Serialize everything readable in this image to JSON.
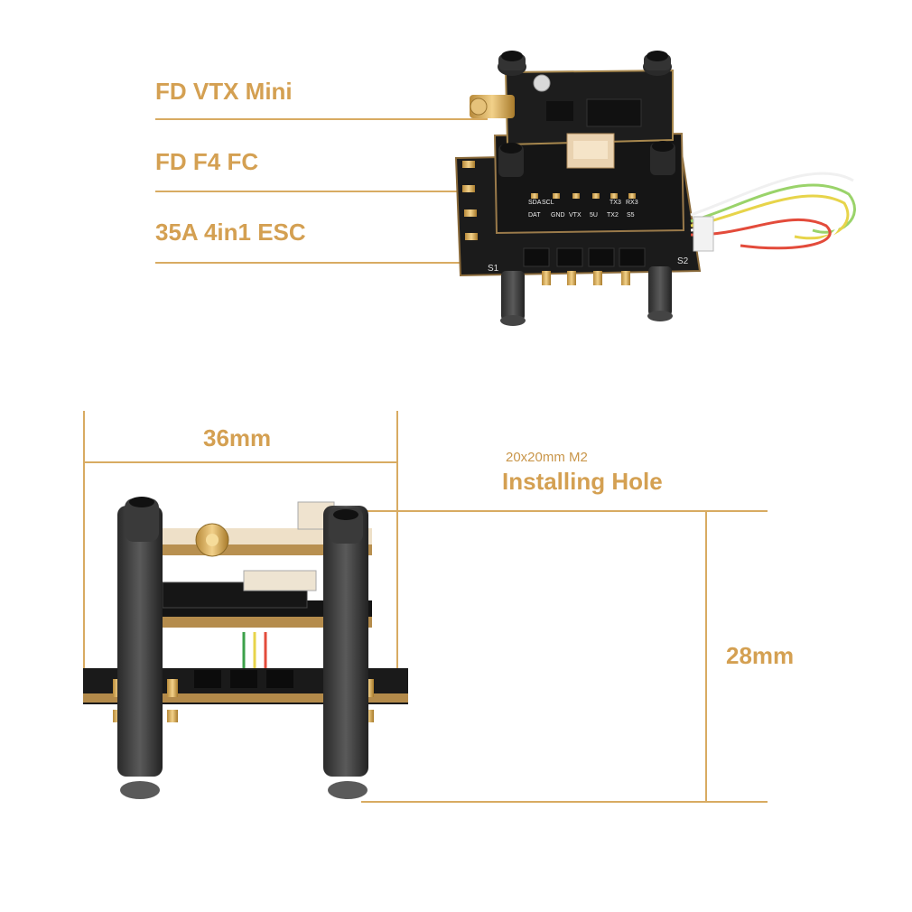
{
  "labels": {
    "vtx": "FD VTX Mini",
    "fc": "FD F4 FC",
    "esc": "35A 4in1 ESC",
    "width": "36mm",
    "hole_spec": "20x20mm  M2",
    "hole_title": "Installing Hole",
    "height": "28mm"
  },
  "board_silkscreen": {
    "pads_top": [
      "SDA",
      "SCL",
      "TX3",
      "RX3"
    ],
    "pads_bottom": [
      "DAT",
      "GND",
      "VTX",
      "5U",
      "TX2",
      "S5"
    ],
    "side_left": "S1",
    "side_right": "S2"
  },
  "colors": {
    "accent": "#d4a052",
    "line": "#d8ab62",
    "pcb": "#1a1a1a",
    "gold": "#c8a25a"
  }
}
